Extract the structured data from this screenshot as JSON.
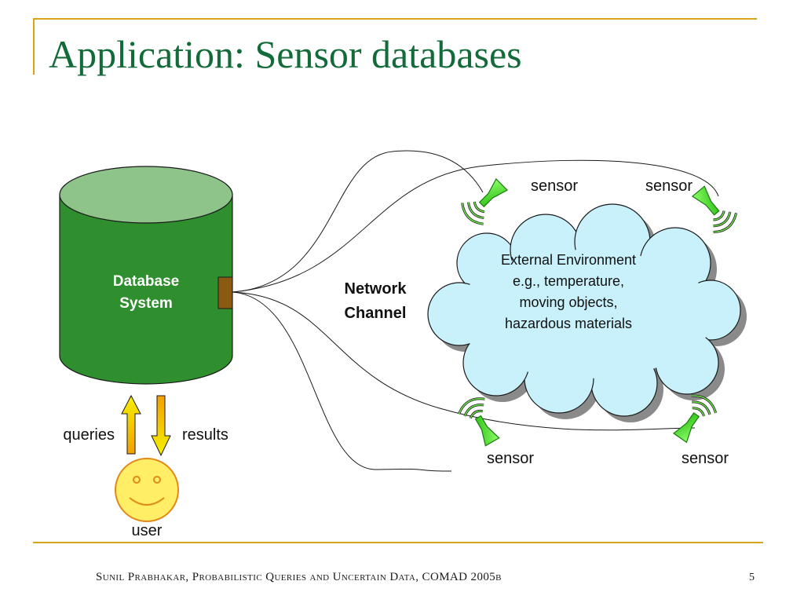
{
  "slide": {
    "title": "Application: Sensor databases",
    "footer": "Sunil Prabhakar, Probabilistic Queries and Uncertain Data,  COMAD 2005b",
    "page_number": "5"
  },
  "diagram": {
    "database": {
      "line1": "Database",
      "line2": "System"
    },
    "network": {
      "line1": "Network",
      "line2": "Channel"
    },
    "environment": {
      "line1": "External Environment",
      "line2": "e.g., temperature,",
      "line3": "moving objects,",
      "line4": "hazardous materials"
    },
    "sensors": {
      "top_left": "sensor",
      "top_right": "sensor",
      "bottom_left": "sensor",
      "bottom_right": "sensor"
    },
    "queries_label": "queries",
    "results_label": "results",
    "user_label": "user"
  },
  "colors": {
    "title": "#146b3a",
    "rule": "#d8a51a",
    "cylinder_body": "#2f8f2f",
    "cylinder_top": "#8ec48a",
    "port": "#8b5a12",
    "cloud_fill": "#c9f1fb",
    "sensor_green": "#3ddc1f",
    "arrow_yellow": "#f6f000",
    "arrow_orange": "#f2a000",
    "smiley_fill": "#ffee66"
  }
}
